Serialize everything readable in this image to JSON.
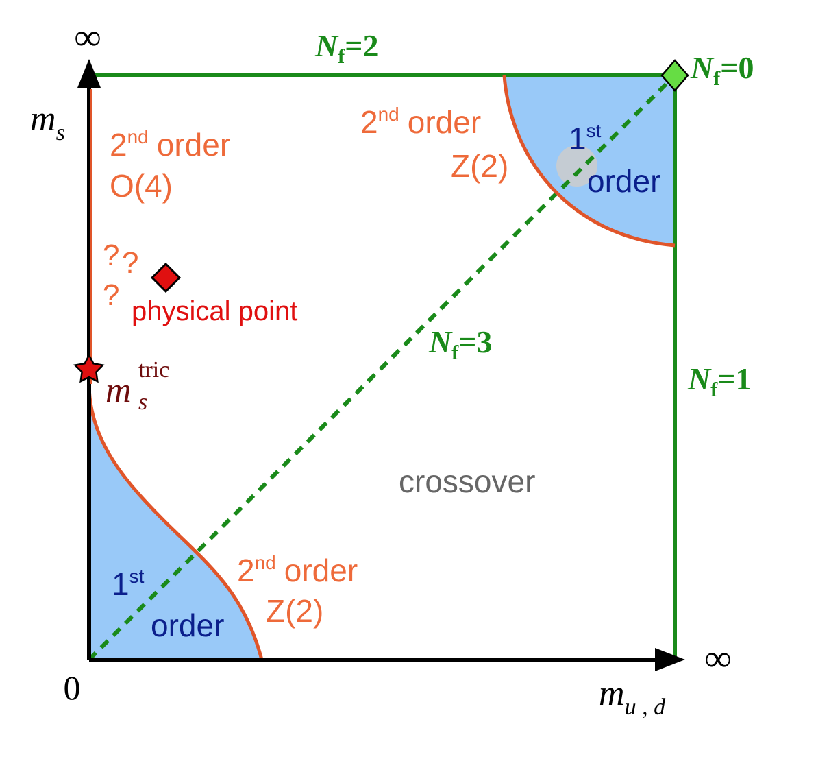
{
  "colors": {
    "first_order_fill": "#99c9f8",
    "critical_line": "#e0552a",
    "nf_boundary": "#1a8a1a",
    "axis": "#000000",
    "physical_point": "#e01010",
    "nf0_marker": "#66dd44"
  },
  "axes": {
    "y_infinity": "∞",
    "x_infinity": "∞",
    "origin": "0",
    "y_label_main": "m",
    "y_label_sub": "s",
    "x_label_main": "m",
    "x_label_sub": "u , d"
  },
  "boundaries": {
    "nf2": {
      "italic": "N",
      "sub": "f",
      "rest": "=2"
    },
    "nf0": {
      "italic": "N",
      "sub": "f",
      "rest": "=0"
    },
    "nf1": {
      "italic": "N",
      "sub": "f",
      "rest": "=1"
    },
    "nf3": {
      "italic": "N",
      "sub": "f",
      "rest": "=3"
    }
  },
  "regions": {
    "top_right_critical": {
      "num": "2",
      "sup": "nd",
      "word": "order",
      "class": "Z(2)"
    },
    "top_right_first": {
      "num": "1",
      "sup": "st",
      "word": "order"
    },
    "left_critical": {
      "num": "2",
      "sup": "nd",
      "word": "order",
      "class": "O(4)"
    },
    "bottom_critical": {
      "num": "2",
      "sup": "nd",
      "word": "order",
      "class": "Z(2)"
    },
    "bottom_first": {
      "num": "1",
      "sup": "st",
      "word": "order"
    },
    "crossover": "crossover"
  },
  "markers": {
    "physical_point": "physical point",
    "question_marks": [
      "?",
      "?",
      "?"
    ],
    "tricritical_main": "m",
    "tricritical_sub": "s",
    "tricritical_sup": "tric"
  }
}
